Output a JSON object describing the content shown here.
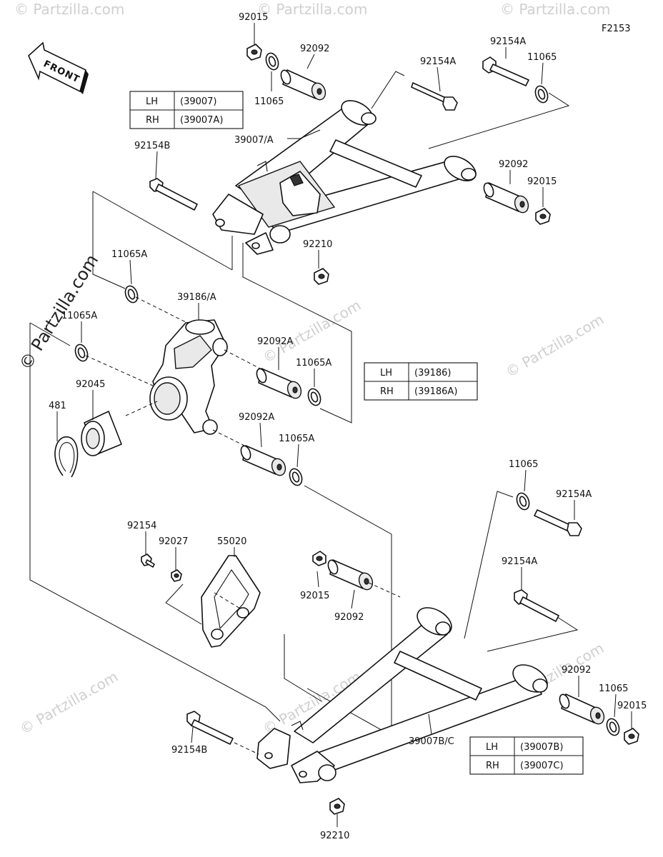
{
  "figure_code": "F2153",
  "front_label": "FRONT",
  "watermark": "© Partzilla.com",
  "tables": {
    "upper_arm": {
      "rows": [
        {
          "side": "LH",
          "part": "(39007)"
        },
        {
          "side": "RH",
          "part": "(39007A)"
        }
      ]
    },
    "knuckle": {
      "rows": [
        {
          "side": "LH",
          "part": "(39186)"
        },
        {
          "side": "RH",
          "part": "(39186A)"
        }
      ]
    },
    "lower_arm": {
      "rows": [
        {
          "side": "LH",
          "part": "(39007B)"
        },
        {
          "side": "RH",
          "part": "(39007C)"
        }
      ]
    }
  },
  "labels": {
    "p92015_top": "92015",
    "p92092_top": "92092",
    "p11065_top": "11065",
    "p92154A_top1": "92154A",
    "p92154A_top2": "92154A",
    "p11065_topright": "11065",
    "p39007_A": "39007/A",
    "p92154B_upper": "92154B",
    "p92092_upper_right": "92092",
    "p92015_upper_right": "92015",
    "p92210_upper": "92210",
    "p11065A_1": "11065A",
    "p39186_A": "39186/A",
    "p11065A_2": "11065A",
    "p92092A_1": "92092A",
    "p11065A_3": "11065A",
    "p92045": "92045",
    "p481": "481",
    "p92092A_2": "92092A",
    "p11065A_4": "11065A",
    "p11065_lower": "11065",
    "p92154A_lower1": "92154A",
    "p92154": "92154",
    "p92027": "92027",
    "p55020": "55020",
    "p92154A_lower2": "92154A",
    "p92015_mid": "92015",
    "p92092_mid": "92092",
    "p92092_lower_right": "92092",
    "p11065_lower_right": "11065",
    "p92015_lower_right": "92015",
    "p39007B_C": "39007B/C",
    "p92154B_lower": "92154B",
    "p92210_lower": "92210"
  }
}
